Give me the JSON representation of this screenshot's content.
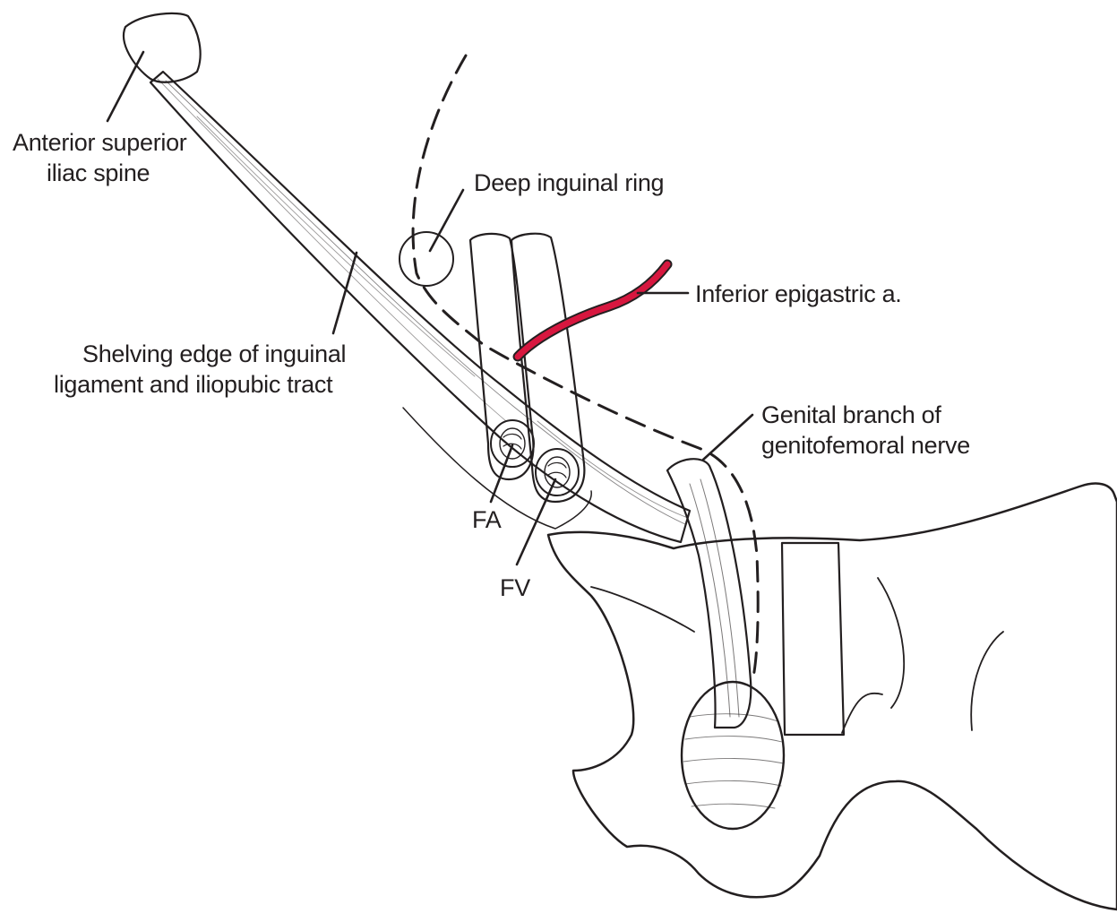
{
  "labels": {
    "asis": [
      "Anterior superior",
      "iliac spine"
    ],
    "deep_ring": "Deep inguinal ring",
    "inferior_epigastric": "Inferior epigastric a.",
    "shelving_edge": [
      "Shelving edge of inguinal",
      "ligament and iliopubic tract"
    ],
    "genital_branch": [
      "Genital branch of",
      "genitofemoral nerve"
    ],
    "femoral_artery": "FA",
    "femoral_vein": "FV"
  },
  "colors": {
    "bone": "#f2c7a1",
    "ligament": "#c9d0cf",
    "artery": "#d7173f",
    "vein": "#2f66b8",
    "nerve": "#f1c1c3",
    "cord_band": "#b8cde2",
    "ink": "#231f20"
  }
}
